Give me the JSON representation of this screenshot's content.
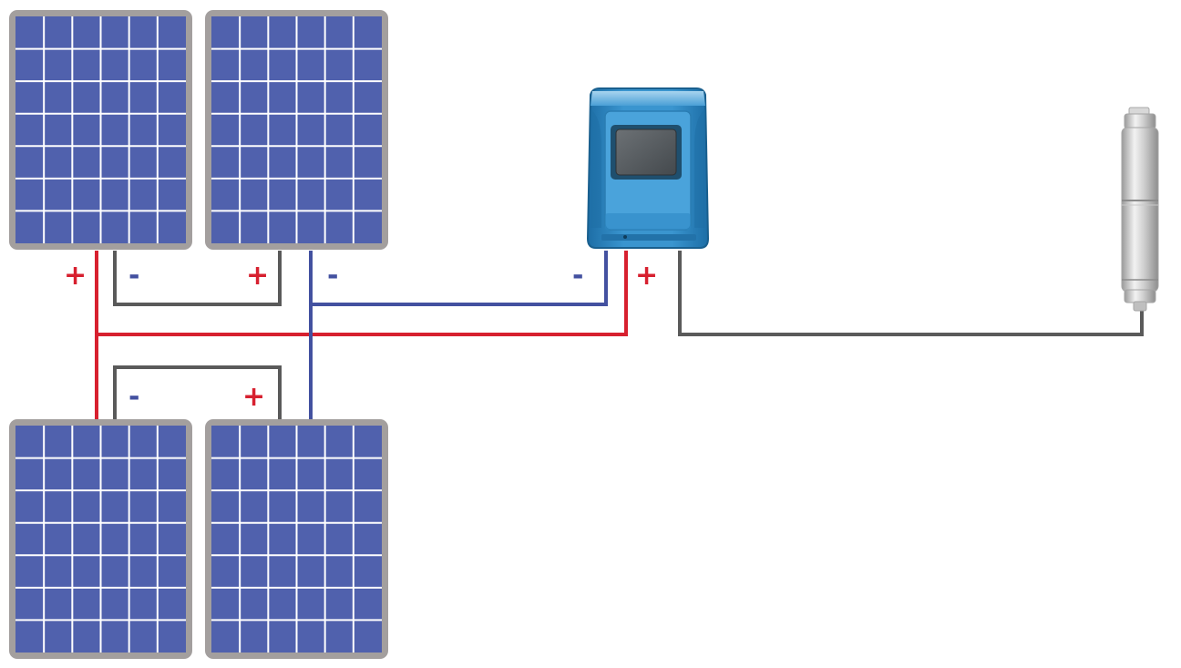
{
  "colors": {
    "panel_frame": "#a39f9e",
    "panel_cell": "#5061ad",
    "panel_grid": "#ffffff",
    "wire_positive": "#d7202f",
    "wire_negative": "#4351a0",
    "wire_series": "#5a5a5a",
    "controller_body": "#2f88c4",
    "controller_screen": "#555a5e",
    "pump_body": "#bdbdbd",
    "background": "#ffffff"
  },
  "panels": [
    {
      "id": "top-left"
    },
    {
      "id": "top-right"
    },
    {
      "id": "bottom-left"
    },
    {
      "id": "bottom-right"
    }
  ],
  "panel_grid": {
    "columns": 6,
    "rows": 7
  },
  "labels": {
    "top_left_plus": "+",
    "top_left_minus": "-",
    "top_right_plus": "+",
    "top_right_minus": "-",
    "bottom_minus": "-",
    "bottom_plus": "+",
    "controller_minus": "-",
    "controller_plus": "+"
  },
  "icons": {
    "controller": "solar-pump-controller-icon",
    "pump": "submersible-pump-icon"
  }
}
